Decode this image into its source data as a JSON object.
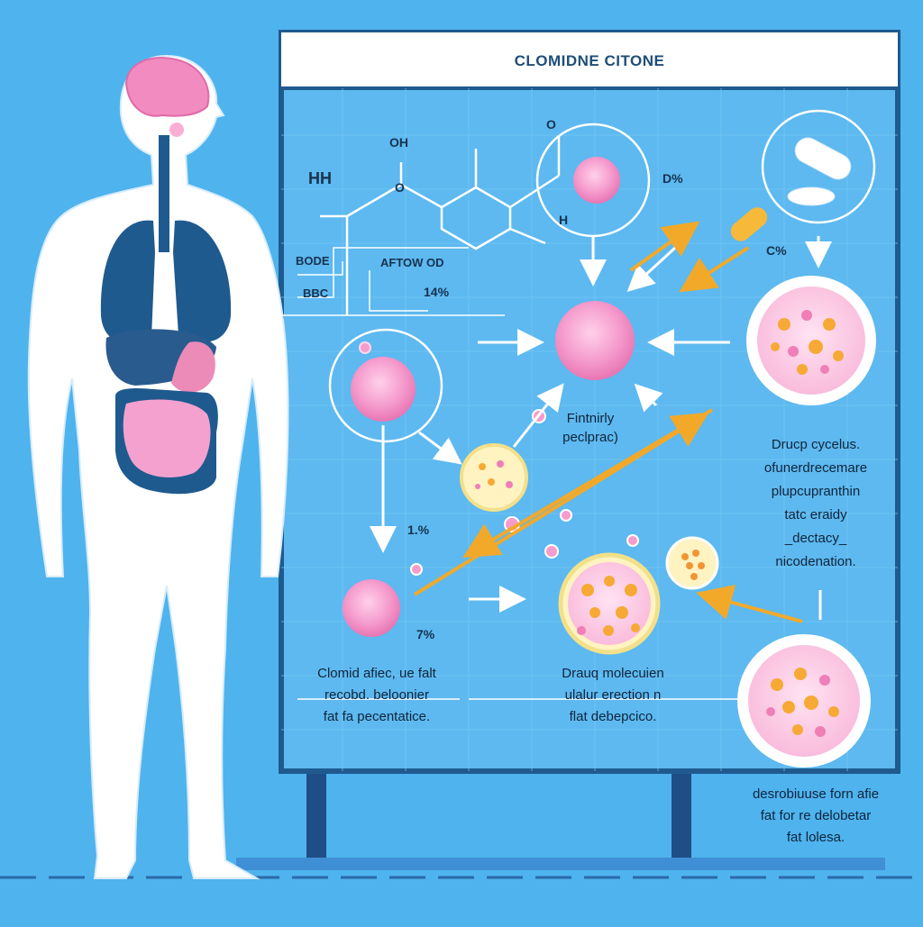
{
  "board": {
    "title": "CLOMIDNE CITONE"
  },
  "molecule": {
    "oh": "OH",
    "o1": "O",
    "o2": "O",
    "hh": "HH",
    "h": "H"
  },
  "labels": {
    "bode": "BODE",
    "bbc": "BBC",
    "after": "AFTOW OD",
    "pct_top": "D%",
    "pct_c": "C%",
    "pct_14": "14%",
    "pct_1": "1.%",
    "pct_7": "7%",
    "mid_label_1": "Fintnirly",
    "mid_label_2": "peclprac)",
    "right_text": [
      "Drucp cycelus.",
      "ofunerdrecemare",
      "plupcupranthin",
      "tatc eraidy",
      "_dectacy_",
      "nicodenation."
    ],
    "bottom_left": [
      "Clomid afiec, ue falt",
      "recobd. beloonier",
      "fat fa pecentatice."
    ],
    "bottom_mid": [
      "Drauq molecuien",
      "ulalur erection n",
      "flat debepcico."
    ],
    "outside": [
      "desrobiuuse forn afie",
      "fat for re delobetar",
      "fat lolesa."
    ]
  },
  "colors": {
    "background": "#4fb3ee",
    "board": "#5db9f0",
    "header": "#ffffff",
    "cell_pink": "#f59ccd",
    "arrow_orange": "#f2a92a",
    "organ_blue": "#1f5a8f",
    "brain_pink": "#f28bc0"
  }
}
